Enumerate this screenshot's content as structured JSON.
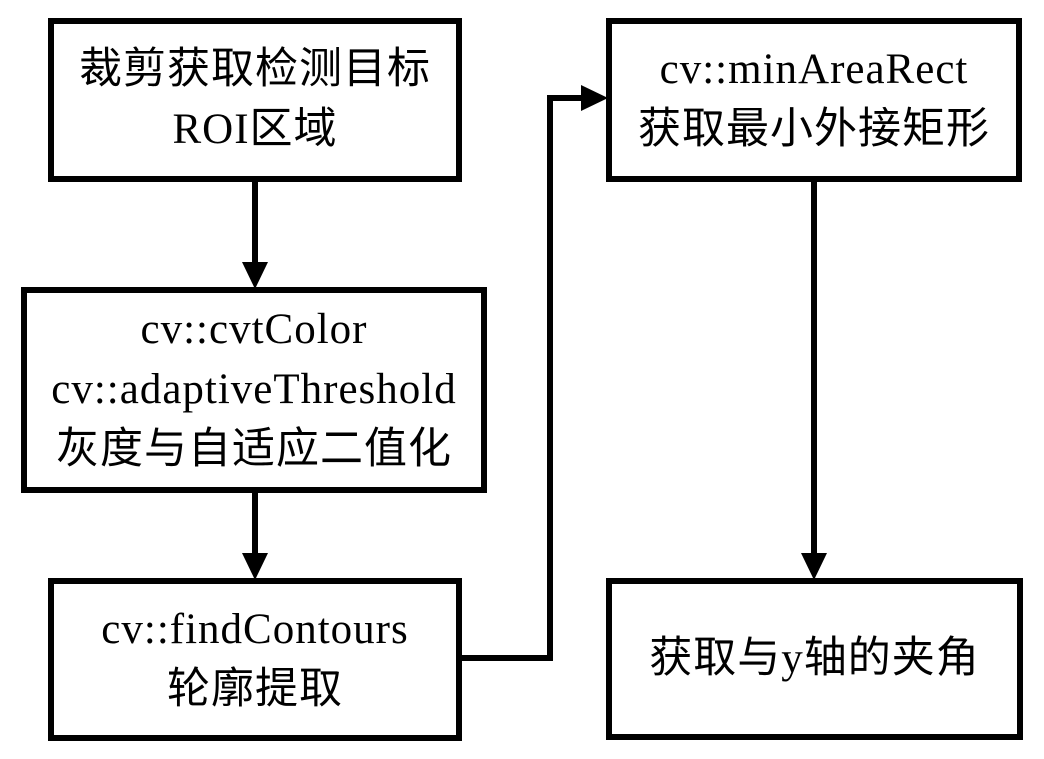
{
  "diagram": {
    "background_color": "#ffffff",
    "stroke_color": "#000000",
    "text_color": "#000000",
    "nodes": [
      {
        "id": "crop-roi",
        "lines": [
          "裁剪获取检测目标",
          "ROI区域"
        ]
      },
      {
        "id": "gray-threshold",
        "lines": [
          "cv::cvtColor",
          "cv::adaptiveThreshold",
          "灰度与自适应二值化"
        ]
      },
      {
        "id": "find-contours",
        "lines": [
          "cv::findContours",
          "轮廓提取"
        ]
      },
      {
        "id": "min-area-rect",
        "lines": [
          "cv::minAreaRect",
          "获取最小外接矩形"
        ]
      },
      {
        "id": "angle-y-axis",
        "lines": [
          "获取与y轴的夹角"
        ]
      }
    ],
    "edges": [
      {
        "from": "crop-roi",
        "to": "gray-threshold",
        "shape": "straight-down"
      },
      {
        "from": "gray-threshold",
        "to": "find-contours",
        "shape": "straight-down"
      },
      {
        "from": "find-contours",
        "to": "min-area-rect",
        "shape": "elbow-right-up-right"
      },
      {
        "from": "min-area-rect",
        "to": "angle-y-axis",
        "shape": "straight-down"
      }
    ]
  }
}
